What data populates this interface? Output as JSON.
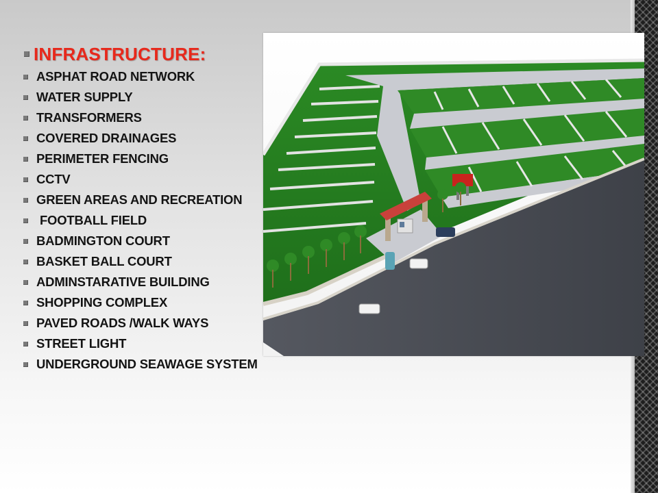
{
  "heading": "INFRASTRUCTURE:",
  "items": [
    "ASPHAT ROAD NETWORK",
    "WATER SUPPLY",
    "TRANSFORMERS",
    "COVERED DRAINAGES",
    "PERIMETER FENCING",
    "CCTV",
    "GREEN AREAS AND RECREATION",
    " FOOTBALL FIELD",
    "BADMINGTON COURT",
    "BASKET BALL COURT",
    "ADMINSTARATIVE BUILDING",
    "SHOPPING COMPLEX",
    "PAVED ROADS /WALK WAYS",
    "STREET LIGHT",
    "UNDERGROUND SEAWAGE SYSTEM"
  ],
  "colors": {
    "heading": "#e8281b",
    "text": "#141414",
    "bullet": "#7a7a7a",
    "grass": "#2f8a26",
    "road": "#4a4d55"
  }
}
